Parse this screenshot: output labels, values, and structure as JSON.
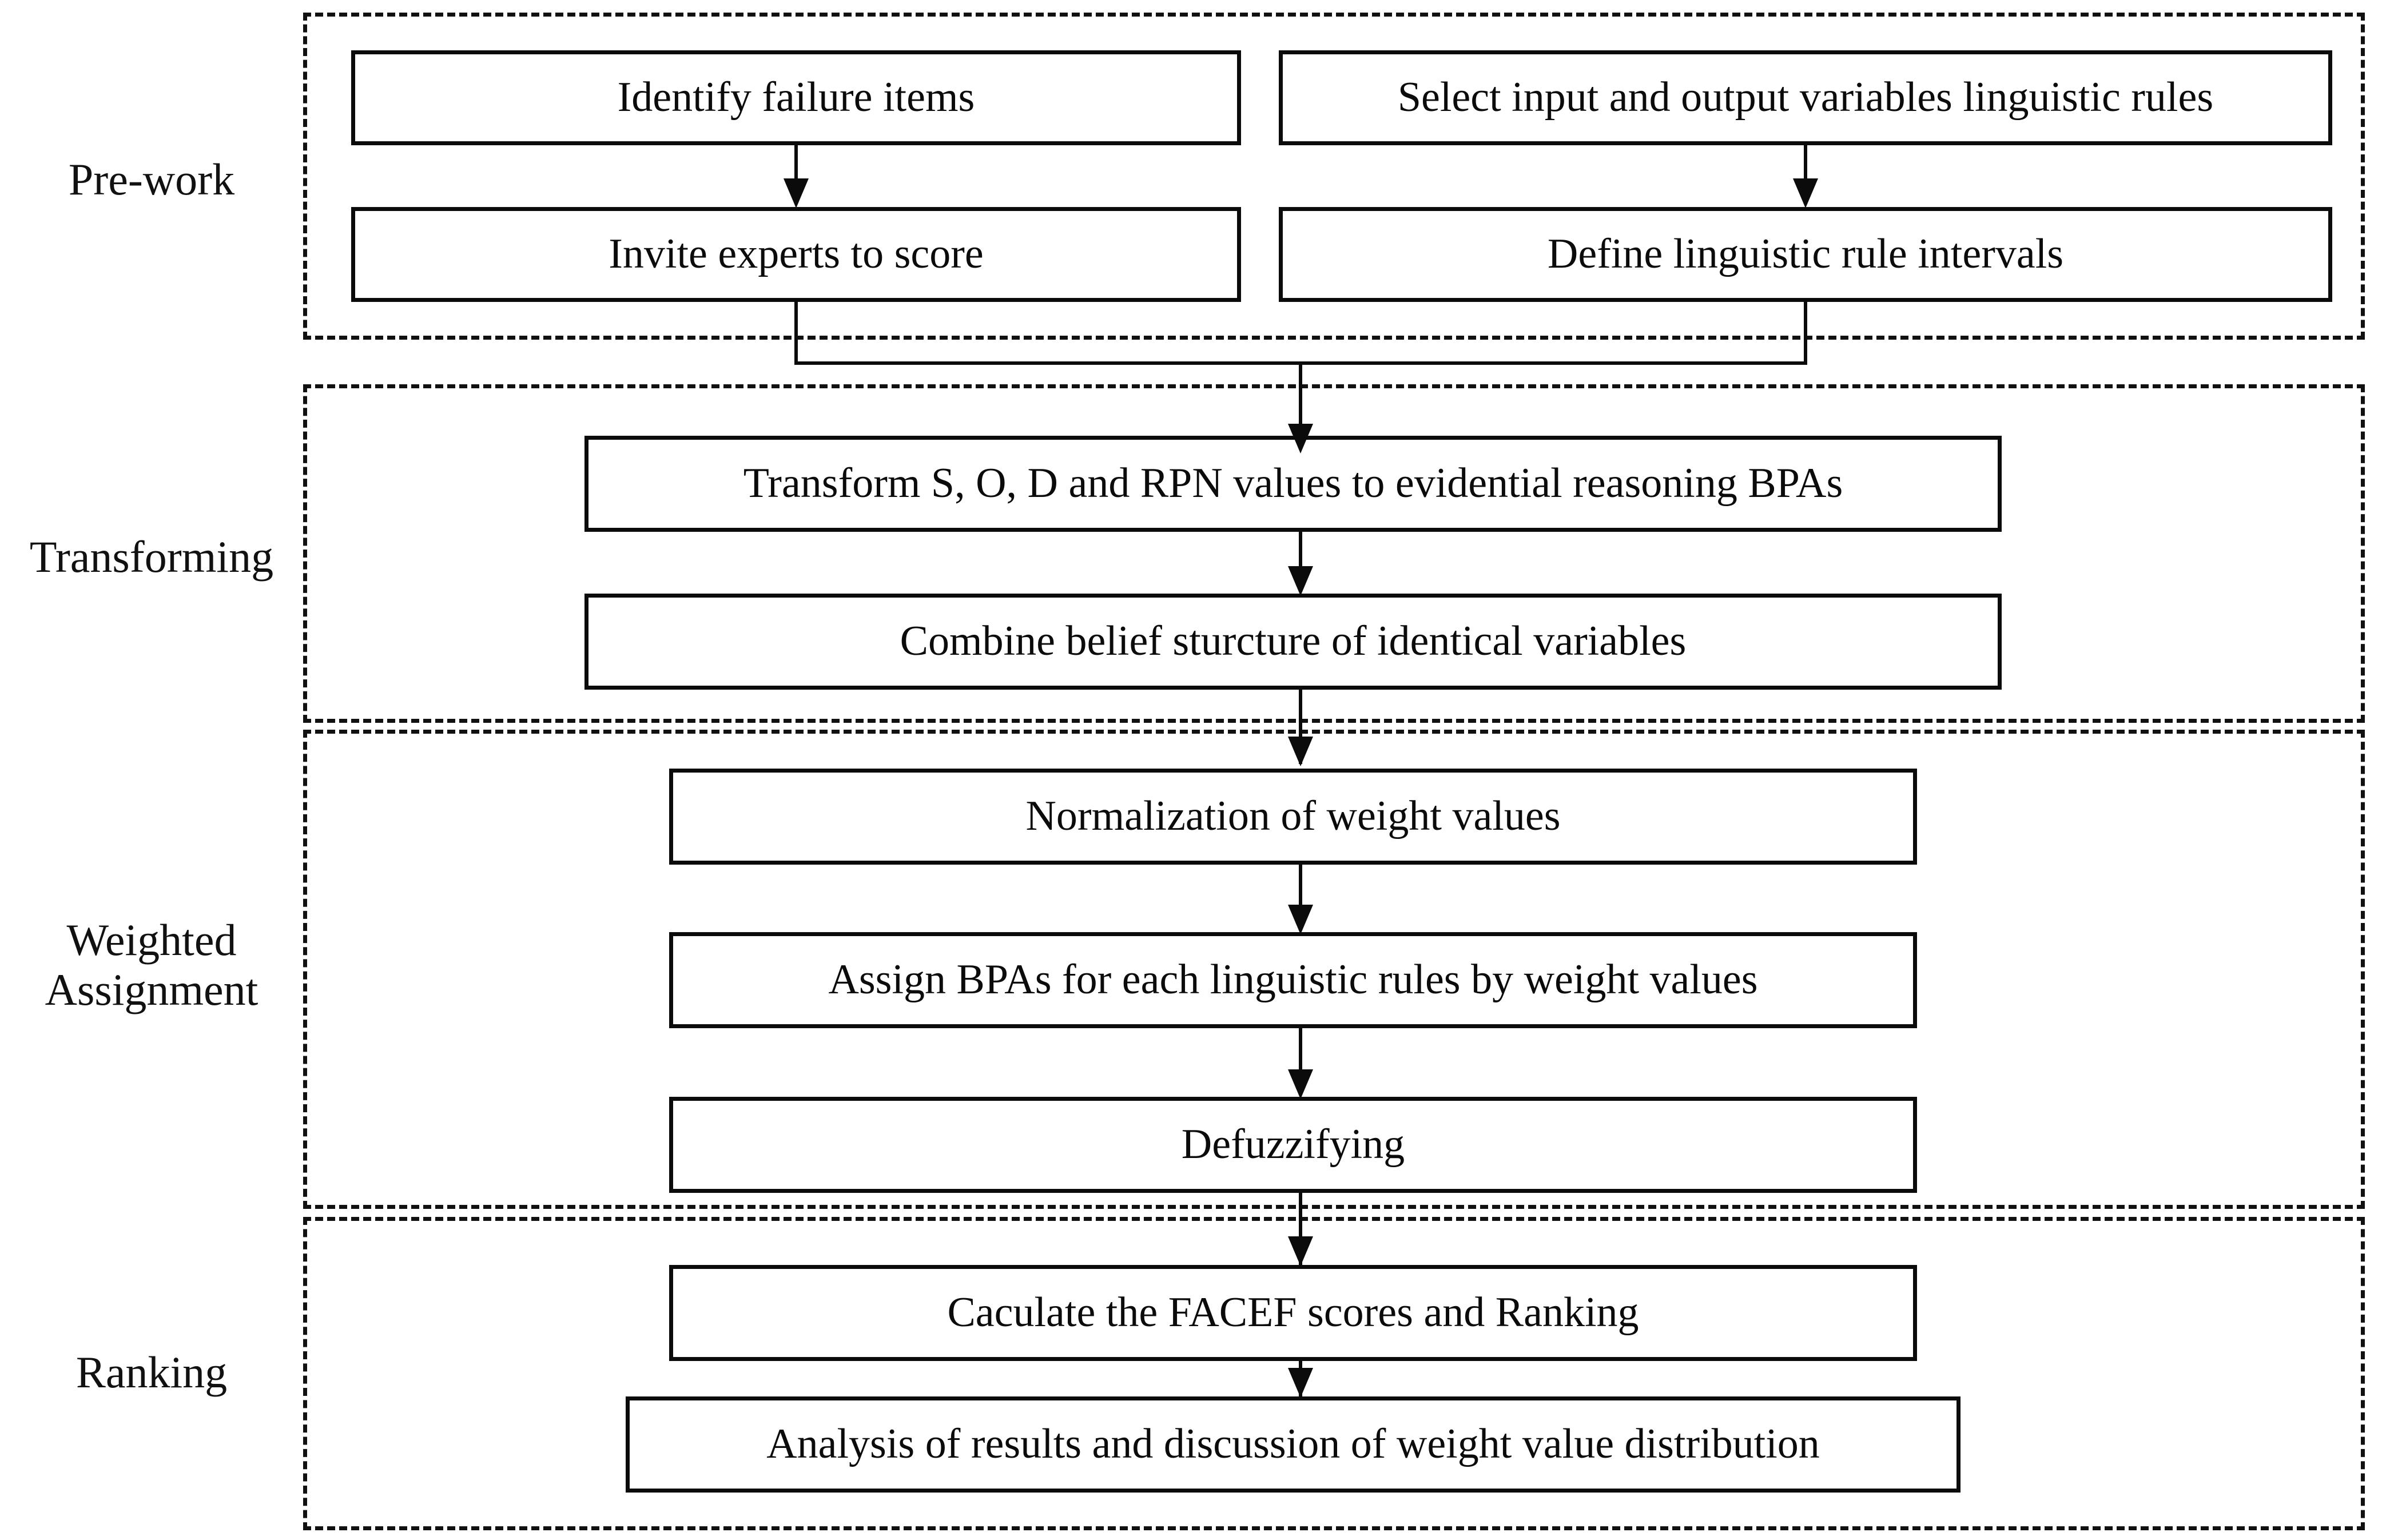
{
  "diagram": {
    "title": "FACEF methodology flowchart",
    "accent_color": "#0b0b0b",
    "background_color": "#ffffff",
    "box_fill": "#ffffff",
    "box_border_color": "#0b0b0b",
    "lane_border_style": "dashed"
  },
  "lanes": [
    {
      "id": "pre-work",
      "label": "Pre-work"
    },
    {
      "id": "transforming",
      "label": "Transforming"
    },
    {
      "id": "weighted-assignment",
      "label_line1": "Weighted",
      "label_line2": "Assignment"
    },
    {
      "id": "ranking",
      "label": "Ranking"
    }
  ],
  "boxes": {
    "identify_failure_items": "Identify failure items",
    "select_variables_rules": "Select input and output variables linguistic rules",
    "invite_experts": "Invite experts to score",
    "define_rule_intervals": "Define linguistic rule intervals",
    "transform_values_bpas": "Transform S, O, D and RPN values to evidential reasoning BPAs",
    "combine_belief_structure": "Combine belief sturcture of identical variables",
    "normalization_weights": "Normalization of weight values",
    "assign_bpas": "Assign BPAs for each linguistic rules by weight values",
    "defuzzifying": "Defuzzifying",
    "calculate_facef": "Caculate the FACEF scores and Ranking",
    "analysis_results": "Analysis of results and discussion of weight value distribution"
  }
}
